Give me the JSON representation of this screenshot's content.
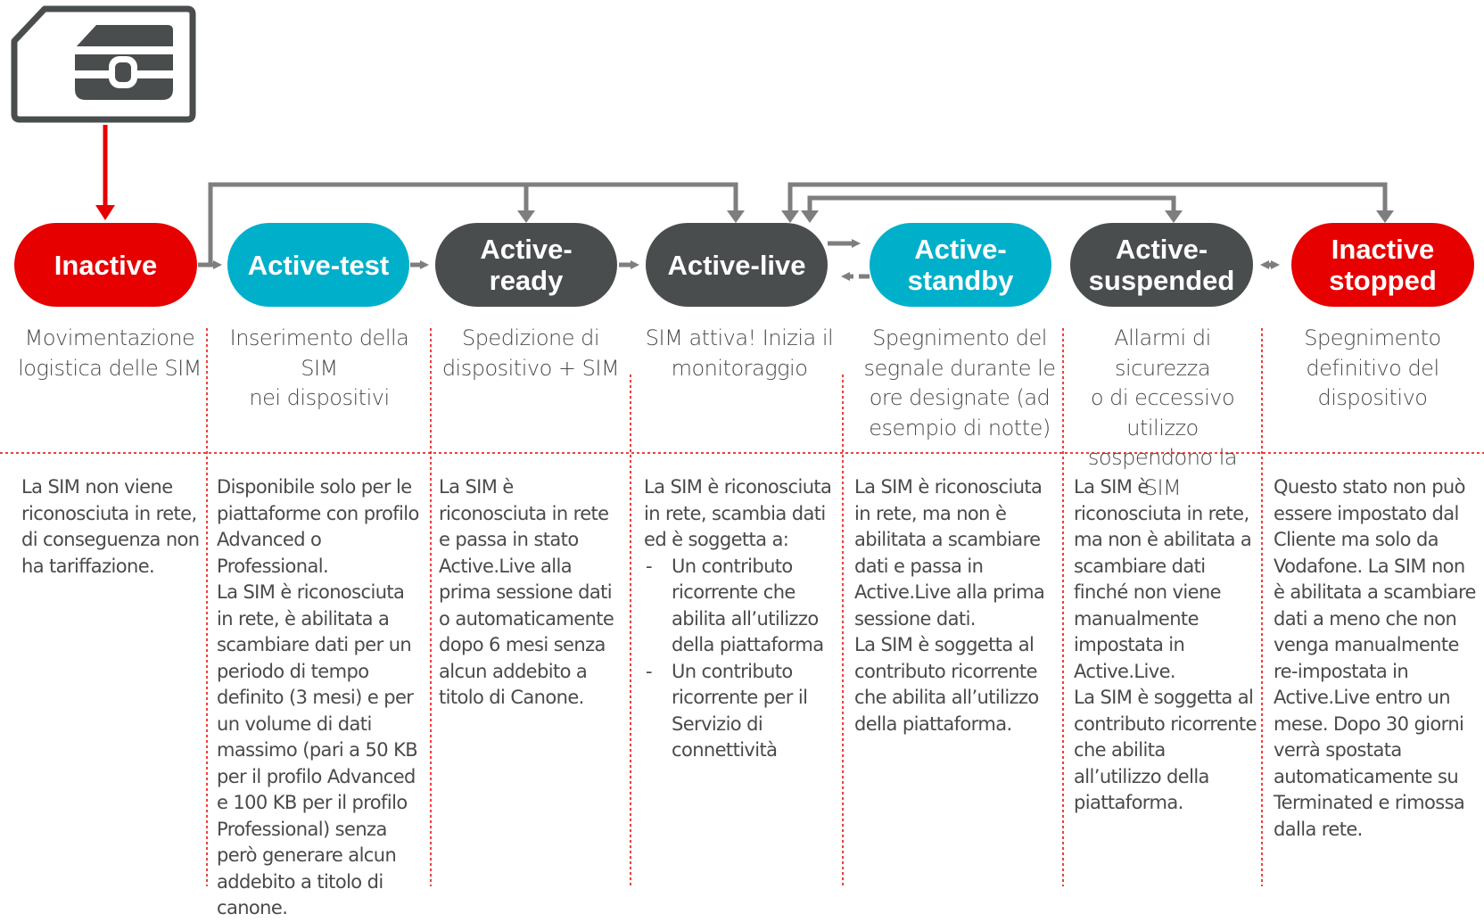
{
  "title": "",
  "colors": {
    "red": "#e60000",
    "teal": "#00b0ca",
    "dark": "#4a4d4e",
    "arrow": "#7e7e7e",
    "divider": "#e60000"
  },
  "sim_card": {
    "icon": "sim-card-icon"
  },
  "states": [
    {
      "key": "inactive",
      "label": "Inactive",
      "color": "red",
      "summary": "Movimentazione\nlogistica delle SIM",
      "detail": [
        "La SIM non viene riconosciuta in rete, di conseguenza non ha tariffazione."
      ]
    },
    {
      "key": "active-test",
      "label": "Active-test",
      "color": "teal",
      "summary": "Inserimento della SIM\nnei dispositivi",
      "detail": [
        "Disponibile solo per le piattaforme con profilo Advanced o Professional.",
        "La SIM è riconosciuta in rete, è abilitata a scambiare dati per un periodo di tempo definito (3 mesi) e per un volume di dati massimo (pari a 50 KB per il profilo Advanced e 100 KB per il profilo Professional) senza però generare alcun addebito a titolo di canone."
      ]
    },
    {
      "key": "active-ready",
      "label": "Active-\nready",
      "color": "dark",
      "summary": "Spedizione di\ndispositivo + SIM",
      "detail": [
        "La SIM è riconosciuta in rete e passa in stato Active.Live alla prima sessione dati o automaticamente dopo 6 mesi senza alcun addebito a titolo di Canone."
      ]
    },
    {
      "key": "active-live",
      "label": "Active-live",
      "color": "dark",
      "summary": "SIM attiva! Inizia il\nmonitoraggio",
      "detail": [
        "La SIM è riconosciuta in rete, scambia dati ed è soggetta a:"
      ],
      "bullets": [
        "Un contributo ricorrente che abilita all’utilizzo della piattaforma",
        "Un contributo ricorrente per il Servizio di connettività"
      ]
    },
    {
      "key": "active-standby",
      "label": "Active-\nstandby",
      "color": "teal",
      "summary": "Spegnimento del\nsegnale durante le\nore designate (ad\nesempio di notte)",
      "detail": [
        "La SIM è riconosciuta in rete, ma non è abilitata a scambiare dati e passa in Active.Live alla prima sessione dati.",
        "La SIM è soggetta al contributo ricorrente che abilita all’utilizzo della piattaforma."
      ]
    },
    {
      "key": "active-suspended",
      "label": "Active-\nsuspended",
      "color": "dark",
      "summary": "Allarmi di sicurezza\no di eccessivo\nutilizzo\nsospendono la SIM",
      "detail": [
        "La SIM è riconosciuta in rete, ma non è abilitata a scambiare dati finché non viene manualmente impostata in Active.Live.",
        "La SIM è soggetta al contributo ricorrente che abilita all’utilizzo della piattaforma."
      ]
    },
    {
      "key": "inactive-stopped",
      "label": "Inactive\nstopped",
      "color": "red",
      "summary": "Spegnimento\ndefinitivo del\ndispositivo",
      "detail": [
        "Questo stato non può essere impostato dal Cliente ma solo da Vodafone. La SIM non è abilitata a scambiare dati a meno che non venga manualmente re-impostata in Active.Live entro un mese. Dopo 30 giorni verrà spostata automaticamente su Terminated e rimossa dalla rete."
      ]
    }
  ]
}
